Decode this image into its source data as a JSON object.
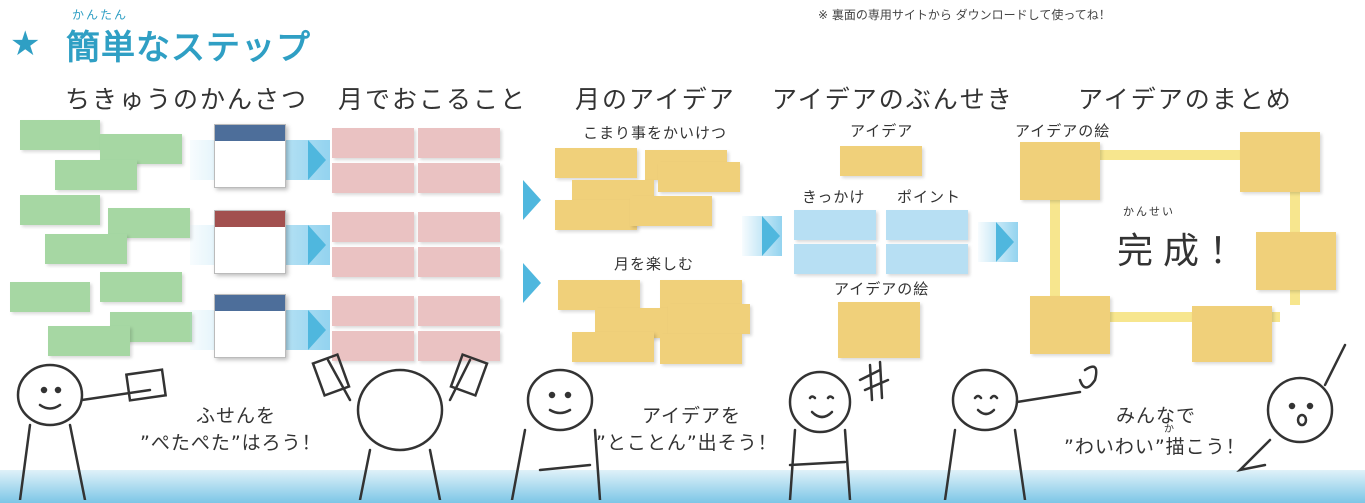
{
  "header": {
    "title_ruby": "かんたん",
    "title": "簡単なステップ",
    "star": "★",
    "note": "※ 裏面の専用サイトから ダウンロードして使ってね！"
  },
  "columns": {
    "observation": "ちきゅうのかんさつ",
    "moon_events": "月でおこること",
    "moon_ideas": "月のアイデア",
    "idea_analysis": "アイデアのぶんせき",
    "idea_summary": "アイデアのまとめ"
  },
  "labels": {
    "problem_solving": "こまり事をかいけつ",
    "enjoy_moon": "月を楽しむ",
    "idea": "アイデア",
    "trigger": "きっかけ",
    "point": "ポイント",
    "idea_picture": "アイデアの絵",
    "summary_picture": "アイデアの絵",
    "complete_ruby": "かんせい",
    "complete": "完成！"
  },
  "captions": {
    "sticky_line1": "ふせんを",
    "sticky_line2": "”ぺたぺた”はろう！",
    "ideas_line1": "アイデアを",
    "ideas_line2": "”とことん”出そう！",
    "draw_line1": "みんなで",
    "draw_ruby": "か",
    "draw_line2": "”わいわい”描こう！"
  },
  "colors": {
    "accent": "#2f9fc4",
    "green_sticky": "#a6d7a3",
    "pink_sticky": "#eac2c2",
    "yellow_sticky": "#f0d07a",
    "blue_sticky": "#b7dff3",
    "card_bands": [
      "#4d6e9a",
      "#a2504f",
      "#4d6e9a"
    ]
  },
  "icons": [
    "star-icon",
    "right-arrow-icon",
    "card-icon",
    "stick-figure-icon"
  ]
}
